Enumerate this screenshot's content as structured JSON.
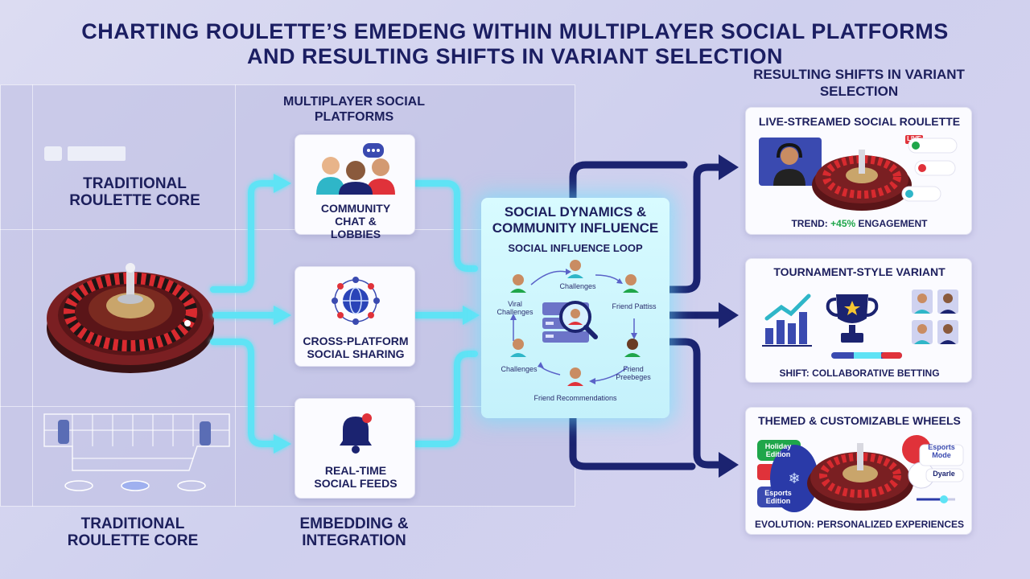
{
  "header": {
    "title_line1": "CHARTING ROULETTE’S EMEDENG WITHIN MULTIPLAYER SOCIAL PLATFORMS",
    "title_line2": "AND RESULTING SHIFTS IN VARIANT SELECTION"
  },
  "left": {
    "core_label_top": "TRADITIONAL ROULETTE CORE",
    "core_label_bottom": "TRADITIONAL ROULETTE CORE"
  },
  "middle": {
    "header": "MULTIPLAYER SOCIAL PLATFORMS",
    "footer": "EMBEDDING & INTEGRATION",
    "cards": [
      {
        "label": "COMMUNITY CHAT & LOBBIES",
        "icon": "people-chat-icon"
      },
      {
        "label": "CROSS-PLATFORM SOCIAL SHARING",
        "icon": "network-globe-icon"
      },
      {
        "label": "REAL-TIME SOCIAL FEEDS",
        "icon": "bell-notification-icon"
      }
    ]
  },
  "center": {
    "title": "SOCIAL DYNAMICS & COMMUNITY INFLUENCE",
    "subtitle": "SOCIAL INFLUENCE LOOP",
    "loop_nodes": [
      "Challenges",
      "Friend Pattiss",
      "Friend Preebeges",
      "Friend Recommendations",
      "Challenges",
      "Viral Challenges"
    ]
  },
  "right": {
    "header": "RESULTING SHIFTS IN VARIANT SELECTION",
    "cards": [
      {
        "title": "LIVE-STREAMED SOCIAL ROULETTE",
        "badge": "LIVE",
        "footer_prefix": "TREND: ",
        "footer_highlight": "+45%",
        "footer_suffix": " ENGAGEMENT"
      },
      {
        "title": "TOURNAMENT-STYLE VARIANT",
        "footer": "SHIFT: COLLABORATIVE BETTING"
      },
      {
        "title": "THEMED & CUSTOMIZABLE WHEELS",
        "footer": "EVOLUTION: PERSONALIZED EXPERIENCES",
        "tags_left": [
          "Holiday Edition",
          "Esports Edition"
        ],
        "tags_right": [
          "Esports Mode",
          "Dyarle"
        ]
      }
    ]
  },
  "colors": {
    "navy": "#1b2370",
    "cyan": "#5fe3f5",
    "wheel_red": "#7a1f22",
    "accent_red": "#e0323a",
    "trend_green": "#1fa64a"
  }
}
